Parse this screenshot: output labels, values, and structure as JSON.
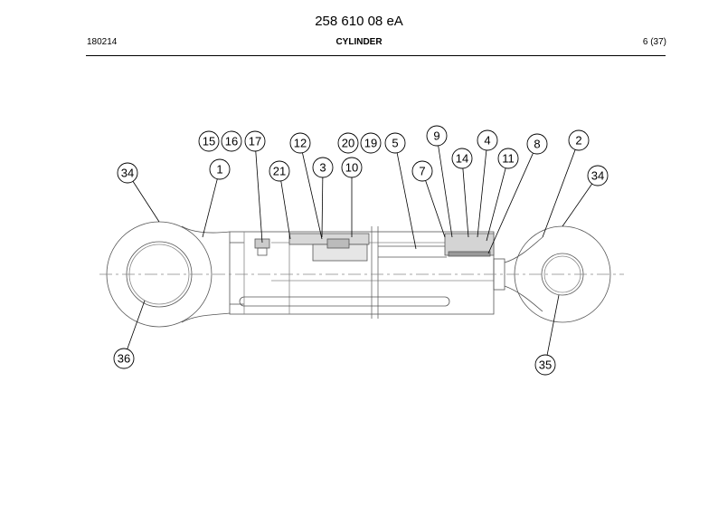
{
  "header": {
    "document_number": "258 610 08 eA",
    "date_code": "180214",
    "title": "CYLINDER",
    "page": "6 (37)"
  },
  "diagram": {
    "callouts": [
      "15",
      "16",
      "17",
      "12",
      "20",
      "19",
      "5",
      "9",
      "4",
      "8",
      "2",
      "34",
      "1",
      "21",
      "3",
      "10",
      "7",
      "14",
      "11",
      "34",
      "36",
      "35"
    ]
  }
}
